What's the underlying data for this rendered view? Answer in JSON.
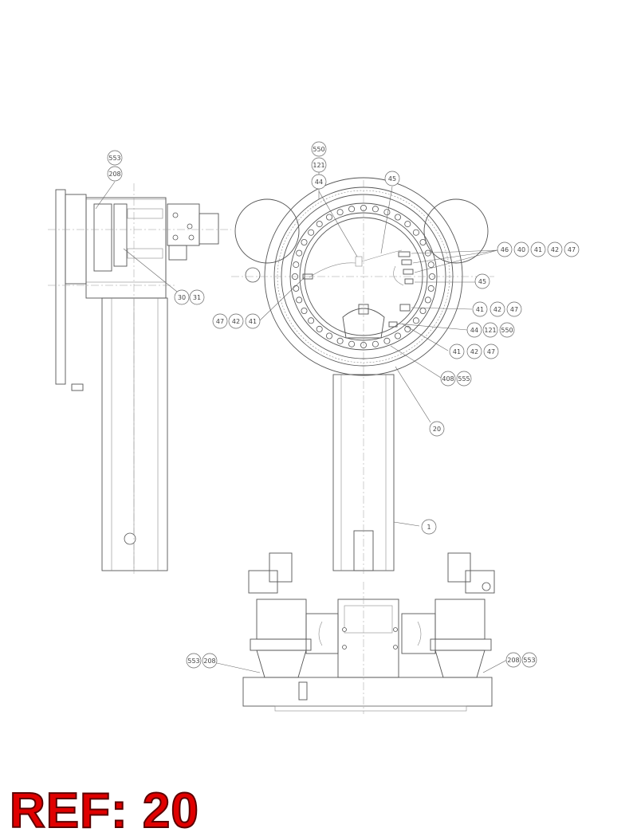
{
  "reference_label": "REF: 20",
  "callouts": {
    "side_top_1": "553",
    "side_top_2": "208",
    "side_mid_1": "30",
    "side_mid_2": "31",
    "ring_top_1": "550",
    "ring_top_2": "121",
    "ring_top_3": "44",
    "ring_top_4": "45",
    "right_row1_1": "46",
    "right_row1_2": "40",
    "right_row1_3": "41",
    "right_row1_4": "42",
    "right_row1_5": "47",
    "right_row2": "45",
    "right_row3_1": "41",
    "right_row3_2": "42",
    "right_row3_3": "47",
    "right_row4_1": "44",
    "right_row4_2": "121",
    "right_row4_3": "550",
    "right_row5_1": "41",
    "right_row5_2": "42",
    "right_row5_3": "47",
    "right_row6_1": "408",
    "right_row6_2": "555",
    "left_row_1": "47",
    "left_row_2": "42",
    "left_row_3": "41",
    "gear_ref": "20",
    "column_ref": "1",
    "base_left_1": "553",
    "base_left_2": "208",
    "base_right_1": "208",
    "base_right_2": "553"
  }
}
